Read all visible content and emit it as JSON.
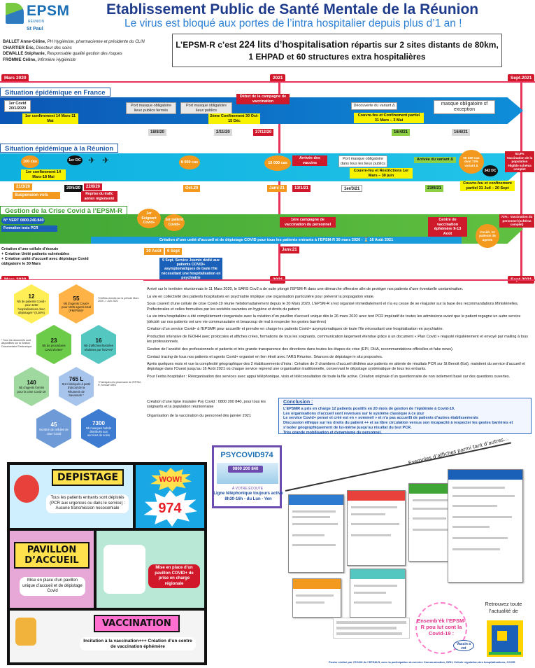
{
  "header": {
    "logo_text": "EPSM",
    "logo_sub": "RÉUNION",
    "logo_city": "St Paul",
    "title": "Etablissement Public de Santé Mentale de la Réunion",
    "subtitle": "Le virus est bloqué aux portes de l’intra hospitalier depuis plus d’1 an !",
    "authors": [
      {
        "name": "BALLET Anne-Céline,",
        "role": "PH Hygiéniste, pharmacienne et présidente du CLIN"
      },
      {
        "name": "CHARTIER Éric,",
        "role": "Directeur des soins"
      },
      {
        "name": "DEWALLE Stéphanie,",
        "role": "Responsable qualité gestion des risques"
      },
      {
        "name": "FRÖMME Céline,",
        "role": "Infirmière Hygiéniste"
      }
    ],
    "headline_pre": "L’EPSM-R c’est ",
    "headline_big": "224 lits d’hospitalisation",
    "headline_post": " répartis sur 2 sites distants de 80km,",
    "headline_line2": "1 EHPAD et 60 structures extra hospitalières"
  },
  "timeline": {
    "start": "Mars 2020",
    "mid": "2021",
    "end": "Sept.2021",
    "france": {
      "label": "Situation épidémique en France",
      "events": {
        "covid": "1er Covid 20/1/2020",
        "conf1": "1er confinement 14 Mars-11 Mai",
        "masque_lieux": "Port masque obligatoire lieux publics fermés",
        "masque_lieux2": "Port masque obligatoire lieux publics",
        "conf2": "2ème Confinement 30 Oct-15 Déc",
        "vaccin": "Début de la campagne de vaccination",
        "variant": "Découverte du variant Δ",
        "couvrefeu": "Couvre-feu et Confinement partiel 31 Mars – 3 Mai",
        "masque_exc": "masque obligatoire sf exception"
      },
      "dates": [
        "18/8/20",
        "2/11/20",
        "27/12/20",
        "16/4/21",
        "16/6/21"
      ]
    },
    "reunion": {
      "label": "Situation épidémique à la Réunion",
      "events": {
        "cas100": "100 cas",
        "conf1": "1er confinement 14 Mars-18 Mai",
        "dc1": "1er DC",
        "cas8000": "8 000 cas",
        "cas10000": "10 000 cas",
        "vaccins": "Arrivée des vaccins",
        "masque": "Port masque obligatoire dans tous les lieux publics",
        "couvrefeu": "Couvre-feu et Restrictions 1er Mars – 30 juin",
        "variant": "Arrivée du variant Δ",
        "cas50000": "50 346 Cas dont 72% variant Δ",
        "dc342": "342 DC",
        "vaccination": "53,9% Vaccination de la population éligible schéma complet",
        "couvrefeu2": "Couvre-feu et confinement partiel 31 Juil – 20 Sept",
        "reprise": "Reprise du trafic aérien réglementé",
        "suspension": "Suspension vols"
      },
      "dates": {
        "d1": "21/3/20",
        "d2": "20/5/20",
        "d3": "22/6/20",
        "d4": "Oct.20",
        "d5": "Janv 21",
        "d6": "13/1/21",
        "d7": "1er/3/21",
        "d8": "23/6/21"
      }
    },
    "epsm": {
      "label": "Gestion de la Crise Covid à l’EPSM-R",
      "tel": "N° VERT 0800.240.840",
      "formation": "Formation tests PCR",
      "events": {
        "soignant": "1er Soignant Covid+",
        "patient": "1er patient Covid+",
        "campagne": "1ère campagne de vaccination du personnel",
        "centre": "Centre de vaccination éphémère 9-13 Août",
        "patients12": "Covid+ 12 patients 36 agents",
        "vaccination72": "72% : Vaccination du personnel (schéma complet)",
        "unite": "Création d’une unité d’accueil et de dépistage COVID pour tous les patients entrants à l’EPSM-R 30 mars 2020 - ⌛ 16 Août 2021",
        "service": "9 Sept. Service Jsumin dédié aux patients COVID+ asymptomatiques de toute l’île nécessitant une hospitalisation en psychiatrie"
      },
      "dates": {
        "d1": "30 Août",
        "d2": "6 Sept",
        "d3": "Janv.21"
      },
      "left_notes": [
        "Création d’une cellule d’écoute",
        "+ Création Unité patients vulnérables",
        "+ Création unité d’accueil avec dépistage Covid obligatoire le 30 Mars"
      ]
    }
  },
  "stats": [
    {
      "n": "12",
      "t": "Nb de patients Covid+ pour 3250 hospitalisations donc dépistages* (0,36%)"
    },
    {
      "n": "55",
      "t": "Nb d’agents Covid+ pour 1006 agents total (PM/PNM)*"
    },
    {
      "n": "23",
      "t": "Nb de procédures Covid écrites*"
    },
    {
      "n": "16",
      "t": "Nb d’affiches illustrées réalisées par l’EOHH*"
    },
    {
      "n": "140",
      "t": "Nb d’agents formés pour la crise Covid-19"
    },
    {
      "n": "765 L",
      "t": "SHA fabriqués à partir d’alcool de la Rhumerie de Savannah *"
    },
    {
      "n": "45",
      "t": "Nombre de cellules de crise Covid"
    },
    {
      "n": "7300",
      "t": "Nb masques hebdo distribués aux services de soins"
    }
  ],
  "stat_notes": {
    "n1": "*Chiffres donnés sur la période Mars 2020 -> Juin 2021",
    "n2": "* Tous les documents sont disponibles sur la Gestion Documentaire Electronique",
    "n3": "* Fabriqués à la pharmacie de l’EPSM-R, formule OMS"
  },
  "body": {
    "p1": "Arrivé sur le territoire réunionnais le 11 Mars 2020, le SARS Cov2 a de suite plongé l’EPSM-R dans une démarche offensive afin de protéger nos patients d’une éventuelle contamination.",
    "p2": "La vie en collectivité des patients hospitalisés en psychiatrie implique une organisation particulière pour prévenir la propagation virale.",
    "p3": "Sous couvert d’une cellule de crise Covid-19 réunie hebdomadairement depuis le 20 Mars 2020, L’EPSM-R s’est organisé immédiatement et n’a eu cesse de se réajuster sur la base des recommandations Ministérielles, Préfectorales et celles formulées par les sociétés savantes en hygiène et droits du patient",
    "p4": "La vie intra hospitalière a été complètement réorganisée avec la création d’un pavillon d’accueil unique dès le 26 mars 2020 avec test PCR impératif de toutes les admissions avant que le patient regagne un autre service (décidé car nos patients ont une vie communautaire et beaucoup de mal à respecter les gestes barrières)",
    "p5": "Création d’un service Covid+ à l’EPSMR pour accueillir et prendre en charge les patients Covid+ asymptomatiques de toute l’île nécessitant une hospitalisation en psychiatrie.",
    "p6": "Production intensive de l’EOHH avec protocoles et affiches crées, formations de tous les soignants, communication largement étendue grâce à un document « Plan Covid » réajusté régulièrement et envoyé par mailing à tous les professionnels.",
    "p7": "Gestion de l’anxiété des professionnels et patients et très grande transparence des directions dans toutes les étapes de crise (EPI, OHA, recommandations officielles et fake news).",
    "p8": "Contact tracing de tous nos patients et agents Covid+ organisé en lien étroit avec l’ARS Réunion. Séances de dépistage in situ proposées.",
    "p9": "Après quelques mois et vue la complexité géographique des 2 établissements d’intra : Création de 2 chambres d’accueil dédiées aux patients en attente de résultats PCR sur St Benoit (Est), maintient du service d’accueil et dépistage dans l’Ouest jusqu’au 16 Août 2021 où chaque service reprend une organisation traditionnelle, conservant le dépistage systématique de tous les entrants.",
    "p10": "Pour l’extra hospitalier : Réorganisation des services avec appui téléphonique, visio et téléconsultation de toute la file active. Création originale d’un questionnaire de non isolement basé sur des questions ouvertes.",
    "x1": "Création d’une ligne insulaire Psy Covid : 0800 200 840, pour tous les soignants et la population réunionnaise",
    "x2": "Organisation de la vaccination du personnel dès janvier 2021"
  },
  "conclusion": {
    "title": "Conclusion :",
    "lines": [
      "L’EPSMR a pris en charge 12 patients positifs en 20 mois de gestion de l’épidémie à Covid-19.",
      "Les organisations d’accueil sont revenues sur le système classique à ce jour",
      "Le service Covid+ pensé et créé est en « sommeil » et n’a pas accueilli de patients d’autres établissements",
      "Discussion éthique sur les droits du patient ++ et sa libre circulation versus son incapacité à respecter les gestes barrières et s’isoler géographiquement de lui-même jusqu’au résultat du test PCR.",
      "Très grande mobilisation et dynamisme du personnel."
    ]
  },
  "comic": {
    "depistage": "DEPISTAGE",
    "depistage_text": "Tous les patients entrants sont dépistés (PCR aux urgences ou dans le service) : Aucune transmission nosocomiale",
    "wow": "WOW!",
    "n974": "974",
    "pavillon": "PAVILLON D’ACCUEIL",
    "pavillon_text": "Mise en place d’un pavillon unique d’accueil et de dépistage Covid",
    "pavillon974_text": "Mise en place d’un pavillon COVID+ de prise en charge régionale",
    "vaccination": "VACCINATION",
    "vaccination_text": "Incitation à la vaccination+++ Création d’un centre de vaccination éphémère"
  },
  "psy": {
    "title": "PSYCOVID974",
    "sub": "À VOTRE ÉCOUTE",
    "phone": "0800 200 840",
    "caption": "Ligne téléphonique toujours active 8h30-16h - du Lun - Ven"
  },
  "posters": {
    "label": "Exemples d’affiches parmi tant d’autres…",
    "footer": "Poster réalisé par l’EOHH de l’EPSM-R, avec la participation du service Communication, DRH, Cellule régulation des hospitalisations, COGR"
  },
  "badge": {
    "text": "Ensemb’ék l’EPSM-R pou lut cont la Covid-19 :",
    "vaccin": "Vaccin a zot",
    "retrouvez": "Retrouvez toute l’actualité de"
  }
}
